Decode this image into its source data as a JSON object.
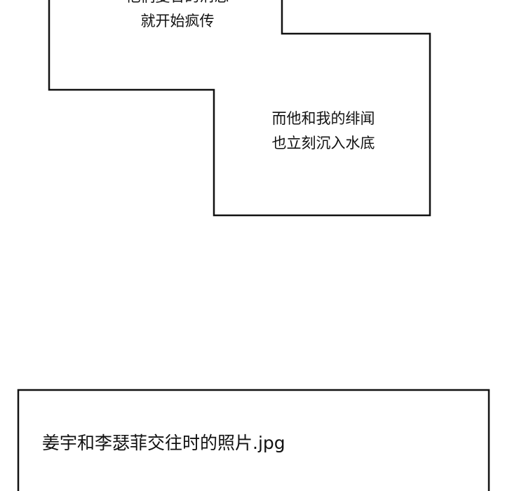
{
  "panel_top": {
    "lines": [
      "他们复合的消息",
      "就开始疯传"
    ]
  },
  "panel_right": {
    "lines": [
      "而他和我的绯闻",
      "也立刻沉入水底"
    ]
  },
  "caption_box": {
    "text": "姜宇和李瑟菲交往时的照片.jpg"
  },
  "colors": {
    "border": "#111111",
    "background": "#ffffff"
  }
}
